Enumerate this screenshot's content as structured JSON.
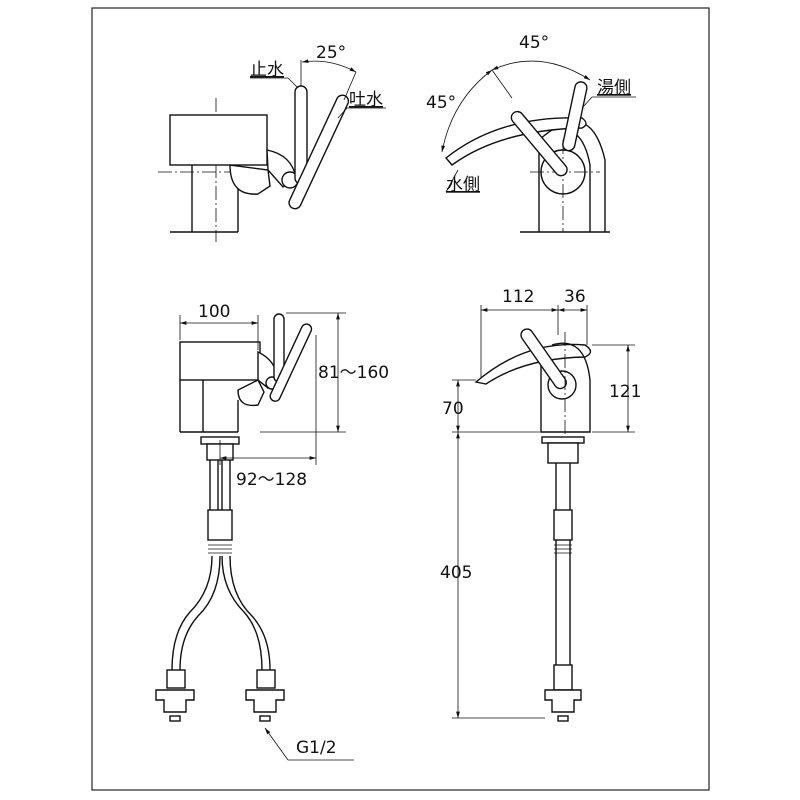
{
  "views": {
    "side_top": {
      "angle_label": "25°",
      "stop_label": "止水",
      "discharge_label": "吐水"
    },
    "front_top": {
      "angle_top": "45°",
      "angle_left": "45°",
      "hot_label": "湯側",
      "cold_label": "水側"
    },
    "side_bottom": {
      "width_label": "100",
      "height_range": "81～160",
      "reach_range": "92～128",
      "thread_label": "G1/2"
    },
    "front_bottom": {
      "spout_label": "112",
      "lever_label": "36",
      "spout_height": "70",
      "total_height": "121",
      "hose_length": "405"
    }
  }
}
